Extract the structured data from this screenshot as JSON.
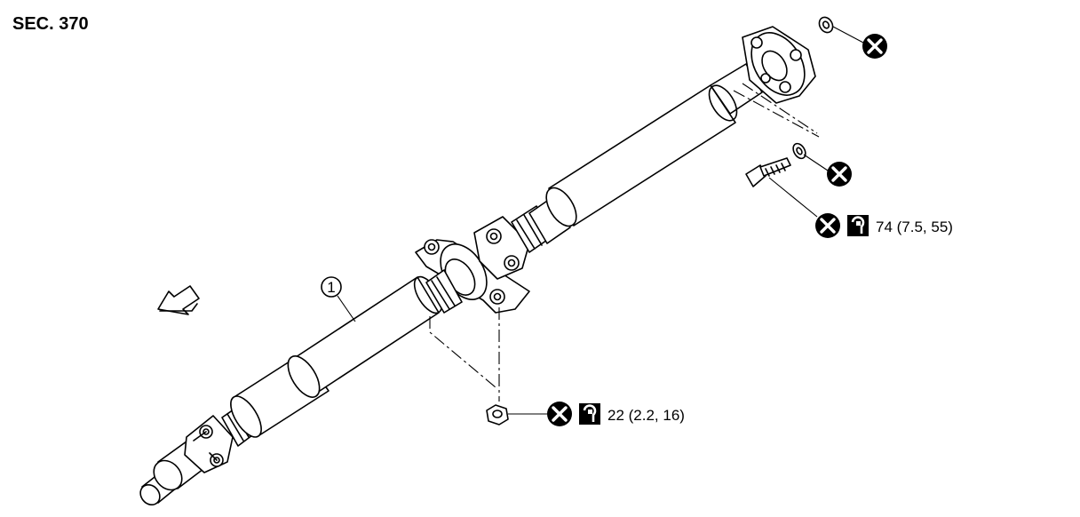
{
  "diagram": {
    "section_label": "SEC. 370",
    "part_callouts": [
      {
        "number": "1"
      }
    ],
    "torque_specs": [
      {
        "id": "upper",
        "value": "74 (7.5, 55)",
        "icon": "torque-wrench-icon"
      },
      {
        "id": "lower",
        "value": "22 (2.2, 16)",
        "icon": "torque-wrench-icon"
      }
    ],
    "symbols": {
      "non_reusable": "x-circle-icon",
      "torque": "torque-wrench-icon",
      "front_direction": "front-arrow-icon"
    },
    "colors": {
      "line": "#000000",
      "background": "#ffffff",
      "symbol_fill": "#000000"
    }
  }
}
